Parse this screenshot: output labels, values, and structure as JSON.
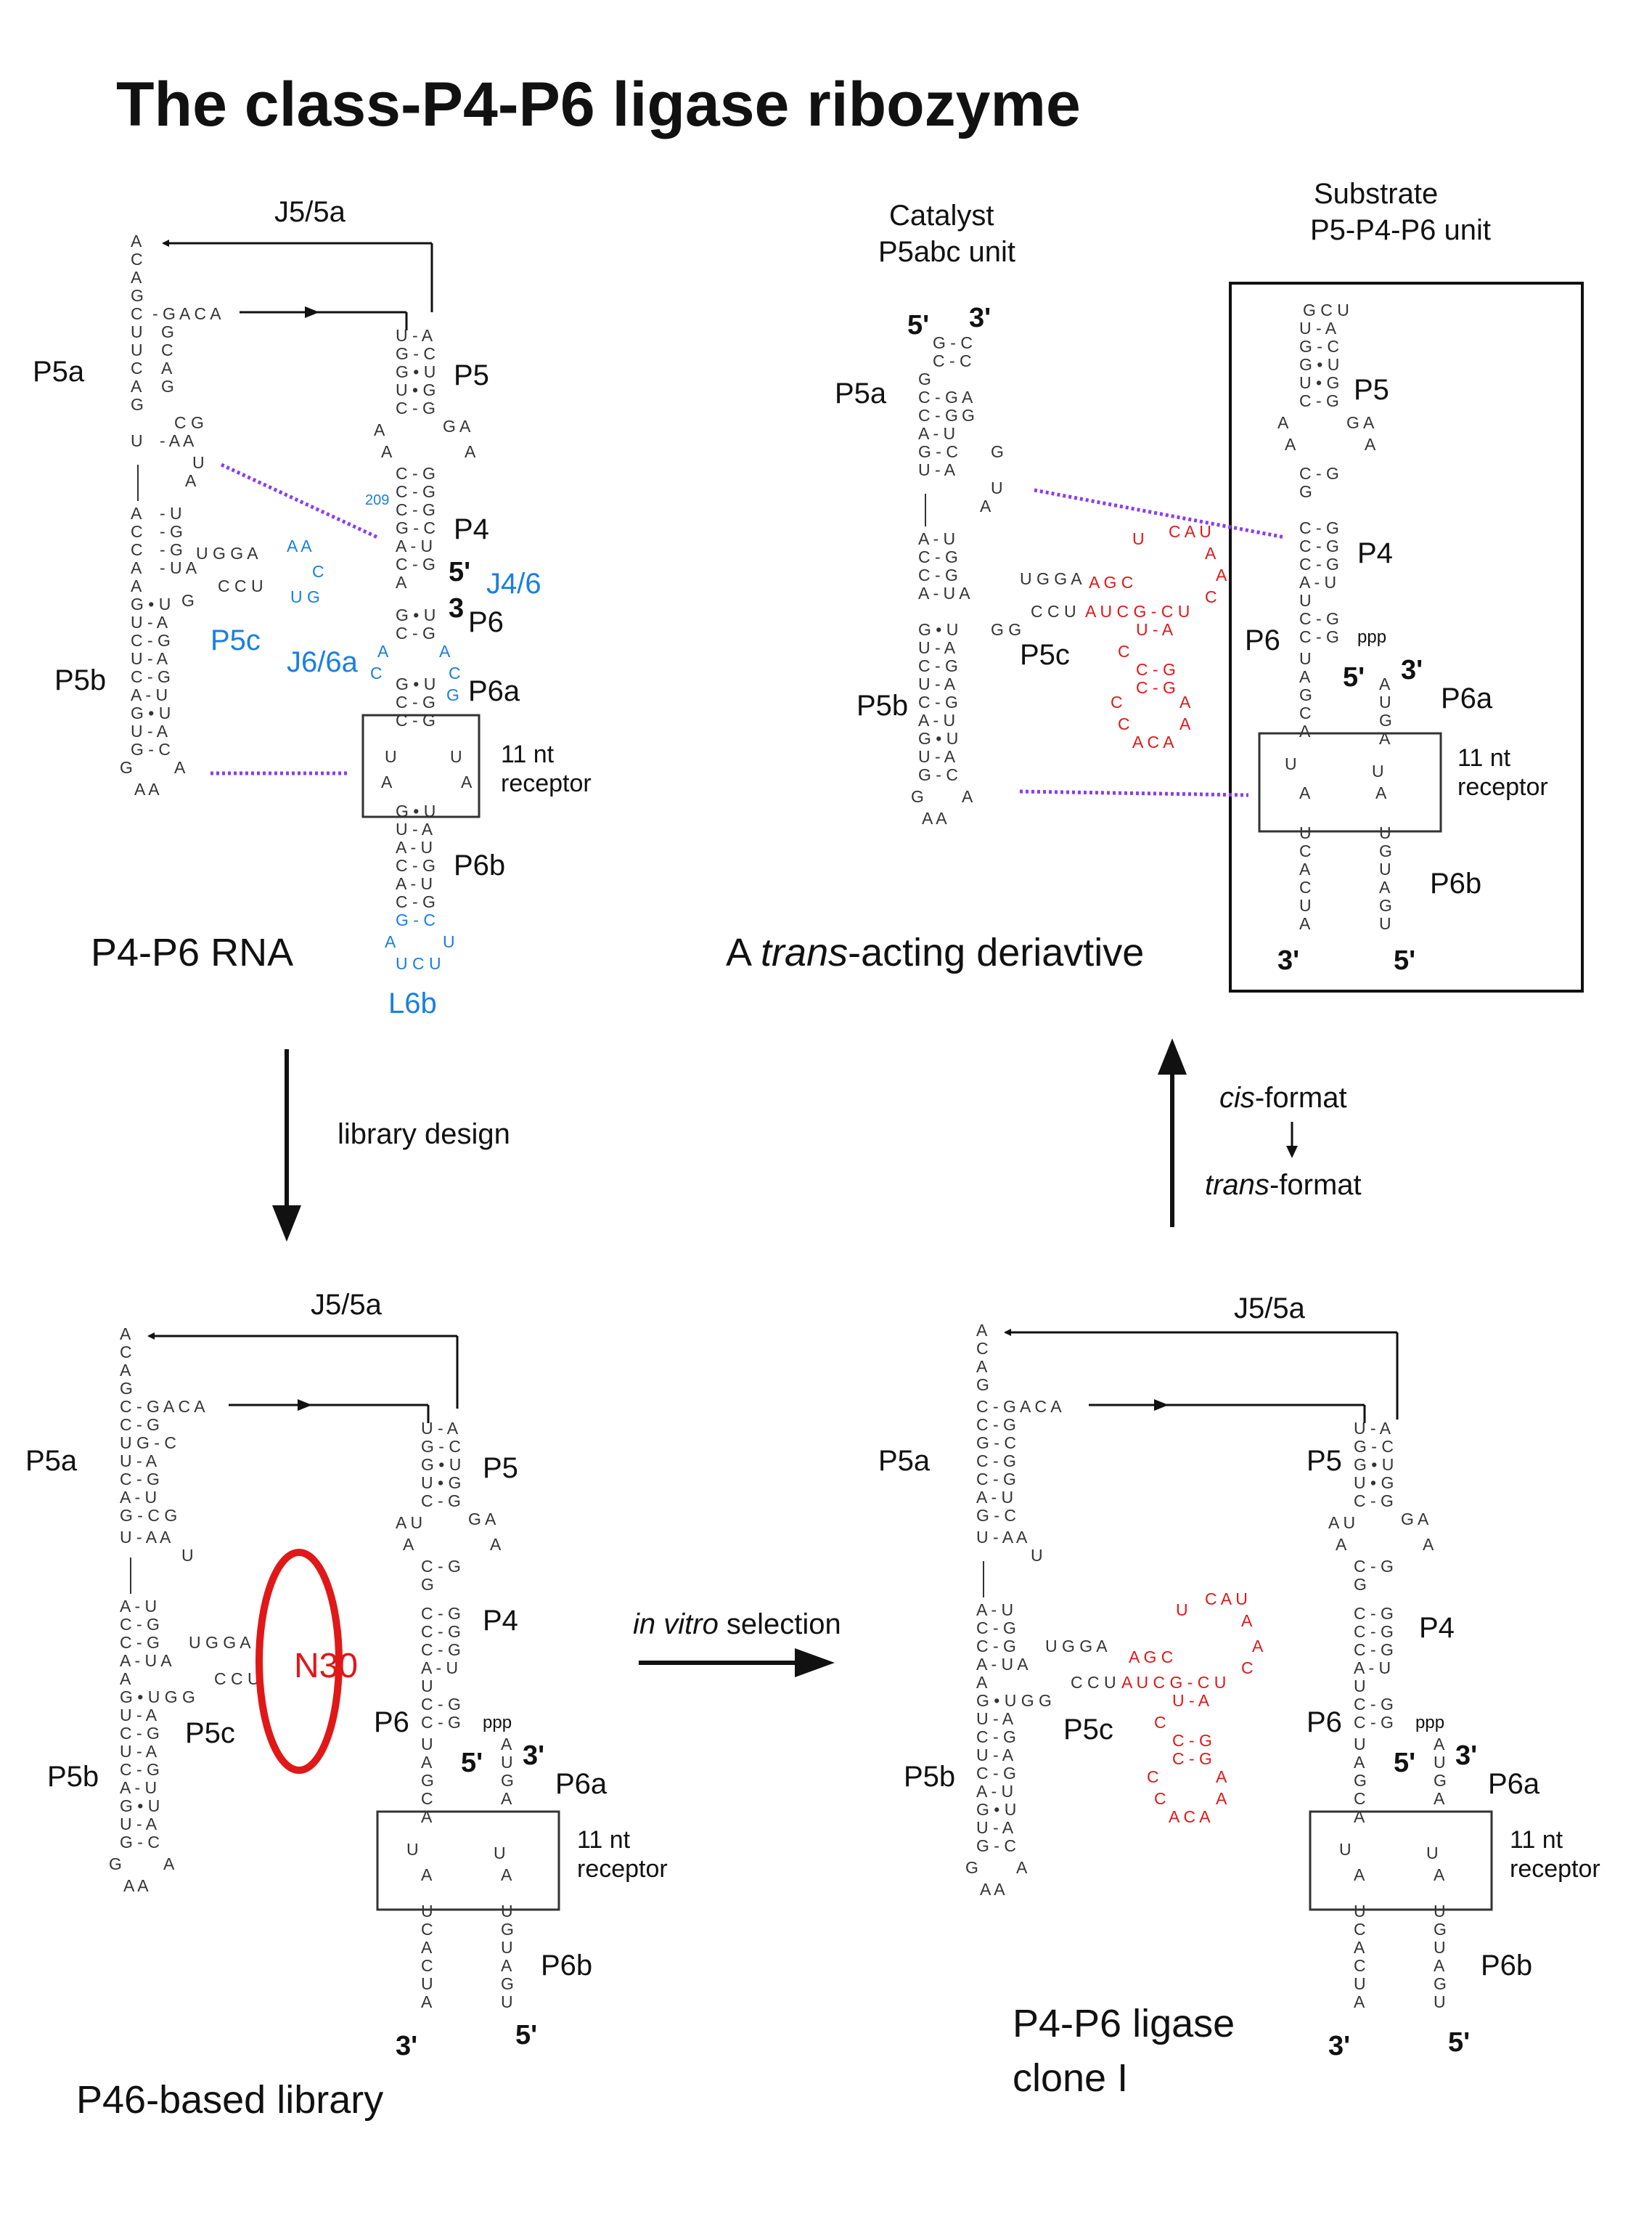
{
  "title": "The class-P4-P6 ligase ribozyme",
  "panels": {
    "p4p6": {
      "name": "P4-P6 RNA",
      "labels": {
        "j55a": "J5/5a",
        "p5a": "P5a",
        "p5": "P5",
        "p4": "P4",
        "j46": "J4/6",
        "p6": "P6",
        "j66a": "J6/6a",
        "p5c": "P5c",
        "p5b": "P5b",
        "p6a": "P6a",
        "p6b": "P6b",
        "l6b": "L6b",
        "receptor1": "11 nt",
        "receptor2": "receptor",
        "n209": "209",
        "prime5": "5'",
        "prime3": "3"
      }
    },
    "trans": {
      "name_prefix": "A ",
      "name_italic": "trans",
      "name_suffix": "-acting deriavtive",
      "catalyst1": "Catalyst",
      "catalyst2": "P5abc unit",
      "substrate1": "Substrate",
      "substrate2": "P5-P4-P6 unit",
      "labels": {
        "p5a": "P5a",
        "p5": "P5",
        "p4": "P4",
        "p6": "P6",
        "p6a": "P6a",
        "p5c": "P5c",
        "p5b": "P5b",
        "p6b": "P6b",
        "receptor1": "11 nt",
        "receptor2": "receptor",
        "ppp": "ppp",
        "prime5": "5'",
        "prime3": "3'"
      }
    },
    "library": {
      "name": "P46-based library",
      "n30": "N30",
      "labels": {
        "j55a": "J5/5a",
        "p5a": "P5a",
        "p5": "P5",
        "p4": "P4",
        "p6": "P6",
        "p6a": "P6a",
        "p5c": "P5c",
        "p5b": "P5b",
        "p6b": "P6b",
        "receptor1": "11 nt",
        "receptor2": "receptor",
        "ppp": "ppp",
        "prime5": "5'",
        "prime3": "3'"
      }
    },
    "clone": {
      "name1": "P4-P6 ligase",
      "name2": "clone I",
      "labels": {
        "j55a": "J5/5a",
        "p5a": "P5a",
        "p5": "P5",
        "p4": "P4",
        "p6": "P6",
        "p6a": "P6a",
        "p5c": "P5c",
        "p5b": "P5b",
        "p6b": "P6b",
        "receptor1": "11 nt",
        "receptor2": "receptor",
        "ppp": "ppp",
        "prime5": "5'",
        "prime3": "3'"
      }
    }
  },
  "arrows": {
    "library_design": "library design",
    "in_vitro_italic": "in vitro",
    "in_vitro_rest": " selection",
    "cis_italic": "cis",
    "cis_rest": "-format",
    "trans_italic": "trans",
    "trans_rest": "-format"
  },
  "colors": {
    "blue_annotation": "#1a7fe0",
    "red_annotation": "#e01818",
    "tertiary_contact_dotted": "#8a3cf0"
  }
}
